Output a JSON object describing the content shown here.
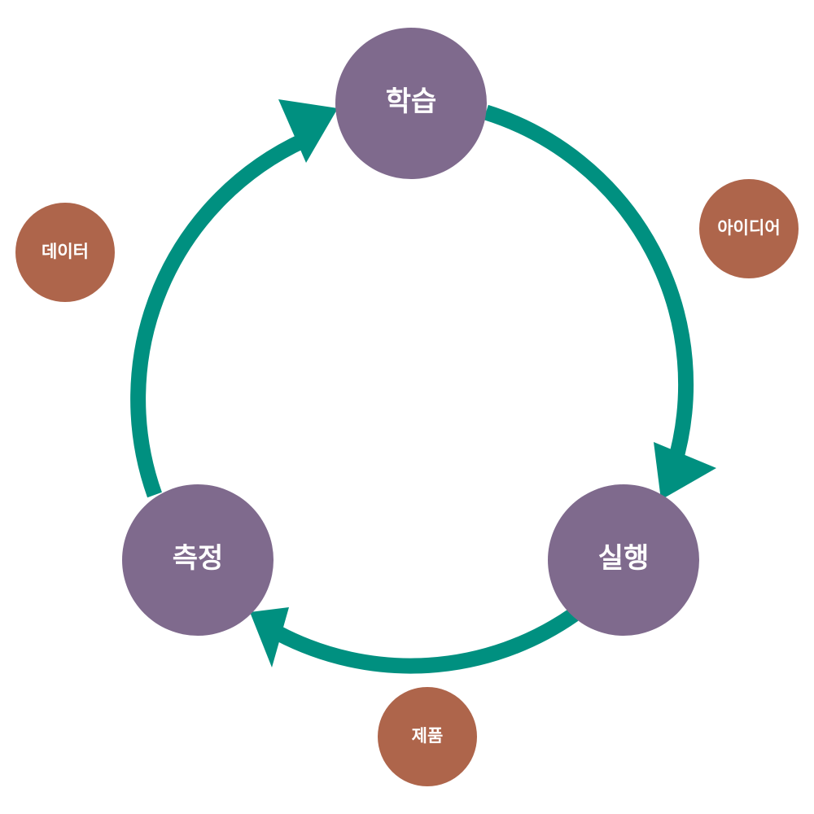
{
  "colors": {
    "stage_fill": "#7f6a8d",
    "item_fill": "#ae654b",
    "cycle_arrow": "#009080",
    "label_text": "#ffffff"
  },
  "stages": [
    {
      "id": "learn",
      "label": "학습"
    },
    {
      "id": "build",
      "label": "실행"
    },
    {
      "id": "measure",
      "label": "측정"
    }
  ],
  "items": [
    {
      "id": "ideas",
      "label": "아이디어"
    },
    {
      "id": "product",
      "label": "제품"
    },
    {
      "id": "data",
      "label": "데이터"
    }
  ]
}
